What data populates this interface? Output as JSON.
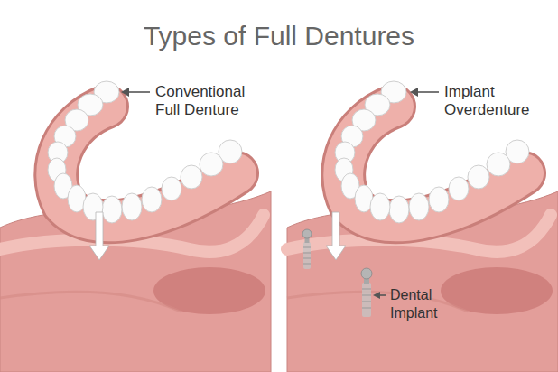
{
  "diagram": {
    "title": "Types of Full Dentures",
    "labels": [
      "Conventional Full Denture",
      "Implant Overdenture",
      "Dental Implant"
    ]
  }
}
